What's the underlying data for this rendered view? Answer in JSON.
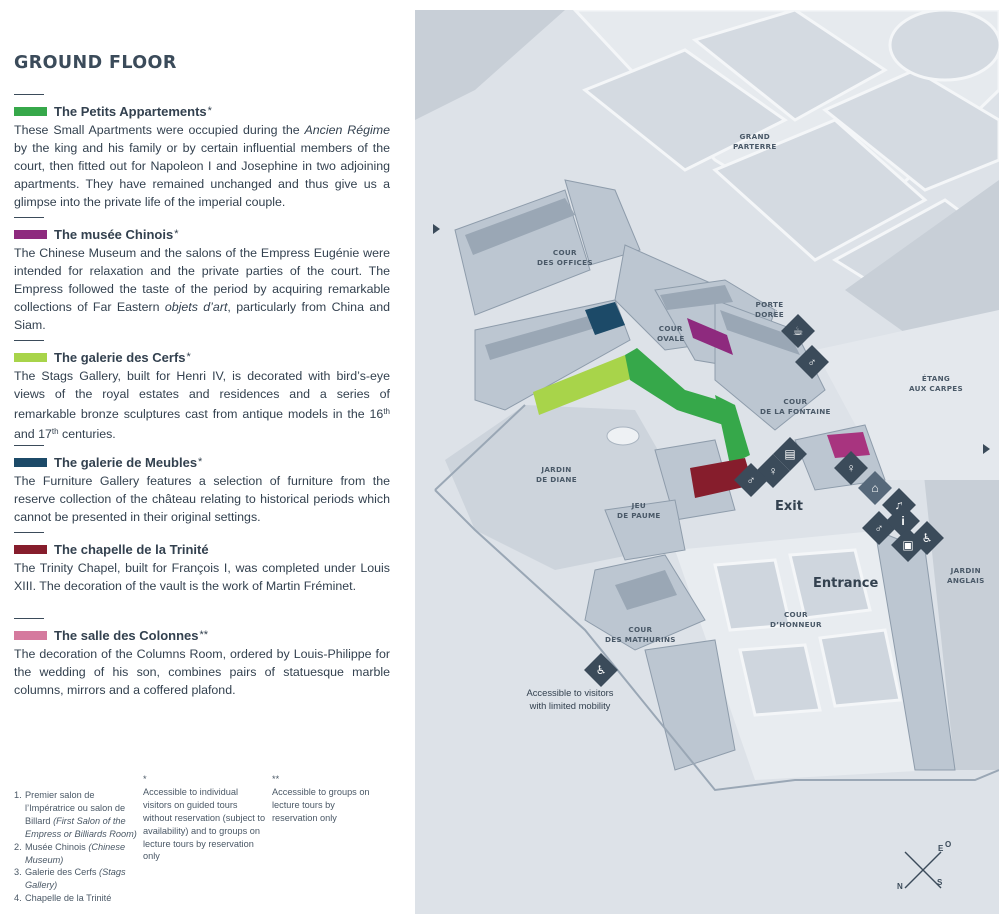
{
  "title": "GROUND FLOOR",
  "sections": [
    {
      "title": "The Petits Appartements",
      "mark": "*",
      "color": "#36a84a",
      "body_html": "These Small Apartments were occupied during the <em>Ancien Régime</em> by the king and his family or by certain influential members of the court, then fitted out for Napoleon I and Josephine in two adjoining apartments. They have remained unchanged and thus give us a glimpse into the private life of the imperial couple."
    },
    {
      "title": "The musée Chinois",
      "mark": "*",
      "color": "#8e2a7e",
      "body_html": "The Chinese Museum and the salons of the Empress Eugénie were intended for relaxation and the private parties of the court. The Empress followed the taste of the period by acquiring remarkable collections of Far Eastern <em>objets d’art</em>, particularly from China and Siam."
    },
    {
      "title": "The galerie des Cerfs",
      "mark": "*",
      "color": "#a8d44a",
      "body_html": "The Stags Gallery, built for Henri IV, is decorated with bird’s-eye views of the royal estates and residences and a series of remarkable bronze sculptures cast from antique models in the 16<sup>th</sup> and 17<sup>th</sup> centuries."
    },
    {
      "title": "The galerie de Meubles",
      "mark": "*",
      "color": "#1c4a68",
      "body_html": "The Furniture Gallery features a selection of furniture from the reserve collection of the château relating to historical periods which cannot be presented in their original settings."
    },
    {
      "title": "The chapelle de la Trinité",
      "mark": "",
      "color": "#861d2c",
      "body_html": "The Trinity Chapel, built for François I, was completed under Louis XIII. The decoration of the vault is the work of Martin Fréminet."
    },
    {
      "title": "The salle des Colonnes",
      "mark": "**",
      "color": "#d57a9e",
      "body_html": "The decoration of the Columns Room, ordered by Louis-Philippe for the wedding of his son, combines pairs of statuesque marble columns, mirrors and a coffered plafond."
    }
  ],
  "numbered_list": [
    {
      "n": "1.",
      "html": "Premier salon de l’Impératrice ou salon de Billard <em>(First Salon of the Empress or Billiards Room)</em>"
    },
    {
      "n": "2.",
      "html": "Musée Chinois <em>(Chinese Museum)</em>"
    },
    {
      "n": "3.",
      "html": "Galerie des Cerfs <em>(Stags Gallery)</em>"
    },
    {
      "n": "4.",
      "html": "Chapelle de la Trinité"
    }
  ],
  "notes": [
    {
      "mark": "*",
      "text": "Accessible to individual visitors on guided tours without reservation (subject to availability) and to groups on lecture tours by reservation only"
    },
    {
      "mark": "**",
      "text": "Accessible to groups on lecture tours by reservation only"
    }
  ],
  "map": {
    "labels": {
      "grand_parterre": "GRAND\nPARTERRE",
      "cour_offices": "COUR\nDES OFFICES",
      "porte_doree": "PORTE\nDORÉE",
      "cour_ovale": "COUR\nOVALE",
      "etang": "ÉTANG\nAUX CARPES",
      "cour_fontaine": "COUR\nDE LA FONTAINE",
      "jardin_diane": "JARDIN\nDE DIANE",
      "jeu_paume": "JEU\nDE PAUME",
      "cour_mathurins": "COUR\nDES MATHURINS",
      "cour_honneur": "COUR\nD’HONNEUR",
      "jardin_anglais": "JARDIN\nANGLAIS"
    },
    "exit": "Exit",
    "entrance": "Entrance",
    "accessibility_note": "Accessible to visitors\nwith limited mobility",
    "compass": {
      "n": "N",
      "s": "S",
      "e": "E",
      "o": "O"
    },
    "colors": {
      "ground": "#dde2e8",
      "building": "#bcc6d1",
      "roof": "#9aa7b5",
      "icon": "#3b4b5a"
    }
  }
}
